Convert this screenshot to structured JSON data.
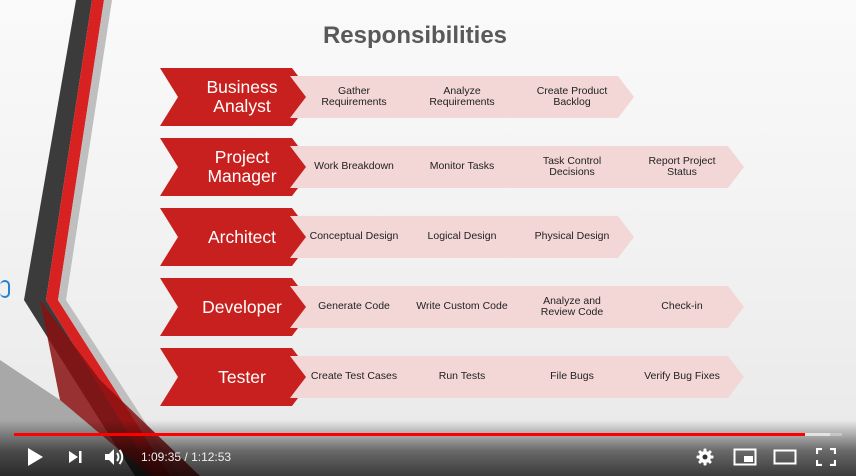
{
  "slide": {
    "title": "Responsibilities",
    "roles": [
      {
        "name": "Business Analyst",
        "tasks": [
          "Gather Requirements",
          "Analyze Requirements",
          "Create Product Backlog"
        ]
      },
      {
        "name": "Project Manager",
        "tasks": [
          "Work Breakdown",
          "Monitor Tasks",
          "Task Control Decisions",
          "Report Project Status"
        ]
      },
      {
        "name": "Architect",
        "tasks": [
          "Conceptual Design",
          "Logical Design",
          "Physical Design"
        ]
      },
      {
        "name": "Developer",
        "tasks": [
          "Generate Code",
          "Write Custom Code",
          "Analyze and Review Code",
          "Check-in"
        ]
      },
      {
        "name": "Tester",
        "tasks": [
          "Create Test Cases",
          "Run Tests",
          "File Bugs",
          "Verify Bug Fixes"
        ]
      }
    ]
  },
  "player": {
    "current_time": "1:09:35",
    "separator": " / ",
    "duration": "1:12:53",
    "progress_fraction": 0.955,
    "buffered_fraction": 0.985,
    "icons": [
      "play-icon",
      "next-icon",
      "volume-icon",
      "settings-icon",
      "miniplayer-icon",
      "theater-icon",
      "fullscreen-icon"
    ]
  },
  "colors": {
    "role_fill": "#c8201e",
    "task_fill": "#f2d7d6",
    "progress": "#ff0000"
  }
}
